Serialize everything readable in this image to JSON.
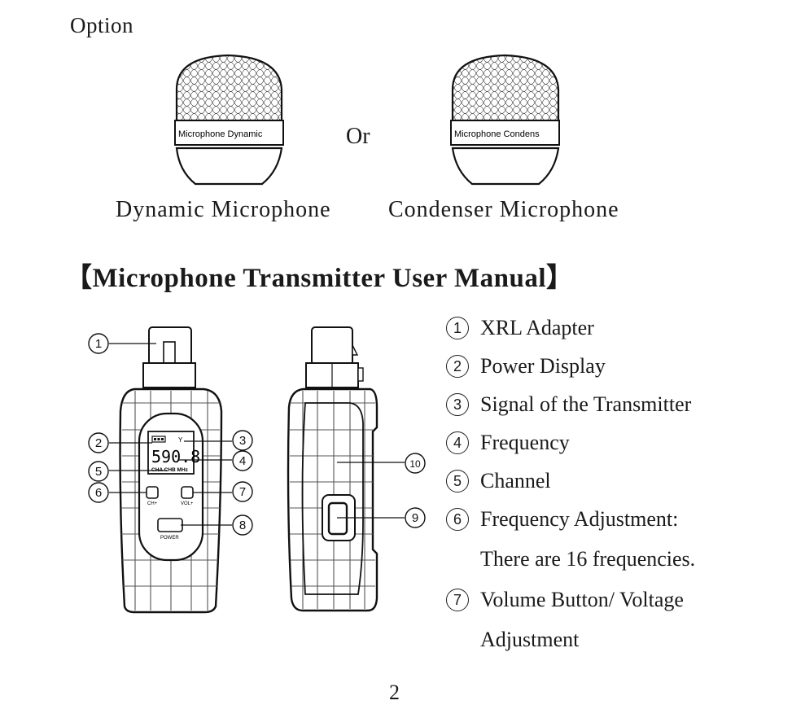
{
  "header": {
    "option_label": "Option",
    "or_label": "Or"
  },
  "microphones": [
    {
      "band_label": "Microphone Dynamic",
      "caption": "Dynamic  Microphone"
    },
    {
      "band_label": "Microphone Condens",
      "caption": "Condenser  Microphone"
    }
  ],
  "section_title": "【Microphone Transmitter User Manual】",
  "device_display": {
    "frequency": "590.8",
    "channels": "CHA CHB MHz",
    "signal_icon": "Y",
    "button_left": "CH+",
    "button_right": "VOL+",
    "power_label": "POWER"
  },
  "callouts": [
    "①",
    "②",
    "③",
    "④",
    "⑤",
    "⑥",
    "⑦",
    "⑧",
    "⑨",
    "⑩"
  ],
  "legend": [
    {
      "num": "①",
      "text": "XRL Adapter"
    },
    {
      "num": "②",
      "text": "Power Display"
    },
    {
      "num": "③",
      "text": "Signal of the Transmitter"
    },
    {
      "num": "④",
      "text": "Frequency"
    },
    {
      "num": "⑤",
      "text": "Channel"
    },
    {
      "num": "⑥",
      "text": "Frequency Adjustment:"
    },
    {
      "num": "",
      "text": "There are 16 frequencies."
    },
    {
      "num": "⑦",
      "text": "Volume Button/ Voltage"
    },
    {
      "num": "",
      "text": "Adjustment"
    }
  ],
  "page_number": "2"
}
